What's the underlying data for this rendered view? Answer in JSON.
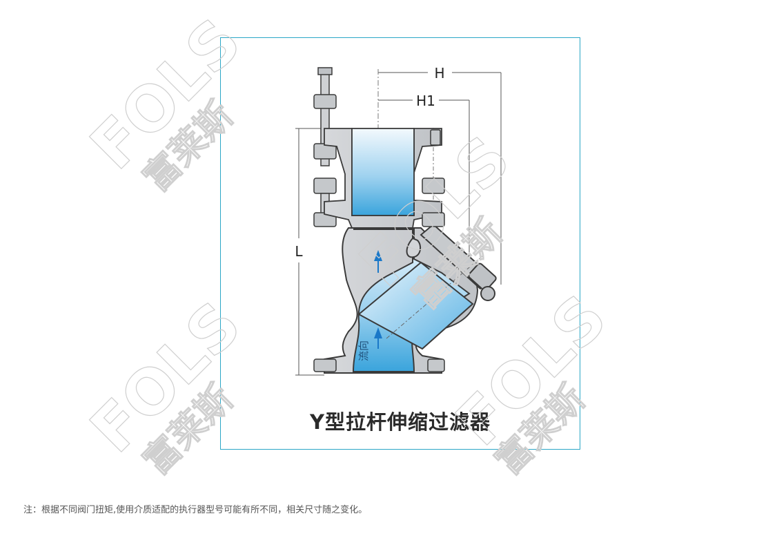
{
  "diagram": {
    "title": "Y型拉杆伸缩过滤器",
    "dim_H": "H",
    "dim_H1": "H1",
    "dim_L": "L",
    "flow_label": "流向",
    "colors": {
      "frame": "#2aa6c6",
      "body_fill": "#c9ccd0",
      "body_stroke": "#4a4a4a",
      "channel_top": "#eef6fb",
      "channel_bottom": "#3aa4dc",
      "arrow": "#1a78c8"
    }
  },
  "watermark": {
    "brand": "FOLS",
    "name": "富莱斯"
  },
  "footer": {
    "note": "注：根据不同阀门扭矩,使用介质适配的执行器型号可能有所不同，相关尺寸随之变化。"
  }
}
